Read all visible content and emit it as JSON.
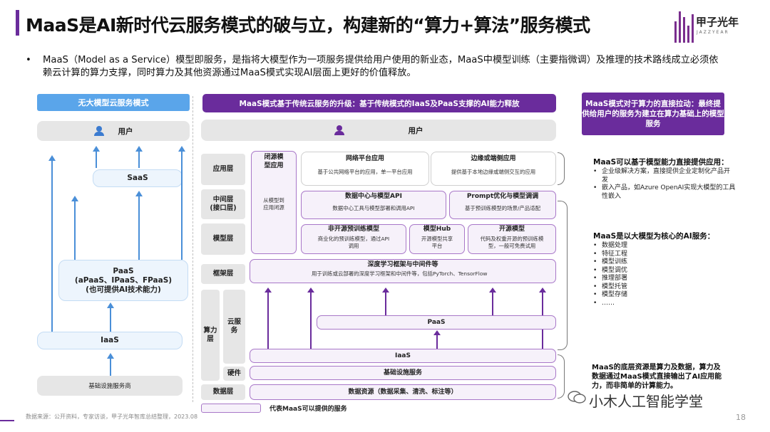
{
  "header": {
    "title": "MaaS是AI新时代云服务模式的破与立，构建新的“算力+算法”服务模式",
    "logo_text": "甲子光年",
    "logo_sub": "JAZZYEAR"
  },
  "intro": {
    "bullet": "•",
    "text": "MaaS（Model as a Service）模型即服务，是指将大模型作为一项服务提供给用户使用的新业态，MaaS中模型训练（主要指微调）及推理的技术路线成立必须依赖云计算的算力支撑，同时算力及其他资源通过MaaS模式实现AI层面上更好的价值释放。"
  },
  "left": {
    "header": "无大模型云服务模式",
    "user": "用户",
    "saas": "SaaS",
    "paas": "PaaS\n(aPaaS、IPaaS、FPaaS)\n(也可提供AI技术能力)",
    "iaas": "IaaS",
    "infra": "基础设施服务商"
  },
  "middle": {
    "header": "MaaS模式基于传统云服务的升级：基于传统模式的IaaS及PaaS支撑的AI能力释放",
    "user": "用户",
    "layers": {
      "app": "应用层",
      "middle": "中间层\n(接口层)",
      "model": "模型层",
      "framework": "框架层",
      "compute": "算力\n层",
      "cloud": "云服\n务",
      "hardware": "硬件",
      "data": "数据层"
    },
    "closed_model": {
      "title": "闭源模\n型应用",
      "desc": "从模型到\n应用闭源"
    },
    "network_app": {
      "title": "网络平台应用",
      "desc": "基于公共网络平台的应用，单一平台应用"
    },
    "edge_app": {
      "title": "边缘或端侧应用",
      "desc": "提供基于本地边缘或端侧交互的应用"
    },
    "data_center": {
      "title": "数据中心与模型API",
      "desc": "数据中心工具与模型部署和调用API"
    },
    "prompt": {
      "title": "Prompt优化与模型调调",
      "desc": "基于预训练模型的场景/产品适配"
    },
    "non_open": {
      "title": "非开源预训练模型",
      "desc": "商业化的预训练模型，通过API\n调用"
    },
    "hub": {
      "title": "模型Hub",
      "desc": "开源模型共享\n平台"
    },
    "open": {
      "title": "开源模型",
      "desc": "代码及权重开源的预训练模\n型，一般可免费试用"
    },
    "framework": {
      "title": "深度学习框架与中间件等",
      "desc": "用于训练或云部署的深度学习框架和中间件等，包括PyTorch、TensorFlow"
    },
    "paas": "PaaS",
    "iaas": "IaaS",
    "infra": "基础设施服务",
    "data": "数据资源（数据采集、清洗、标注等）"
  },
  "right": {
    "header": "MaaS模式对于算力的直接拉动：最终提供给用户的服务为建立在算力基础上的模型服务",
    "block1_title": "MaaS可以基于模型能力直接提供应用：",
    "block1_items": [
      "企业级解决方案，直接提供企业定制化产品开发",
      "嵌入产品，如Azure OpenAI实现大模型的工具性嵌入"
    ],
    "block2_title": "MaaS是以大模型为核心的AI服务：",
    "block2_items": [
      "数据处理",
      "特征工程",
      "模型训练",
      "模型调优",
      "推理部署",
      "模型托管",
      "模型存储",
      "……"
    ],
    "block3": "MaaS的底层资源是算力及数据，算力及数据通过MaaS模式直接输出了AI应用能力，而非简单的计算能力。"
  },
  "legend": {
    "text": "代表MaaS可以提供的服务"
  },
  "footer": {
    "source": "数据来源：公开资料，专家访谈，甲子光年智库总结整理，2023.08",
    "page": "18",
    "watermark": "小木人工智能学堂"
  },
  "colors": {
    "brand": "#6a2c9c",
    "blue": "#5aa5ea"
  }
}
